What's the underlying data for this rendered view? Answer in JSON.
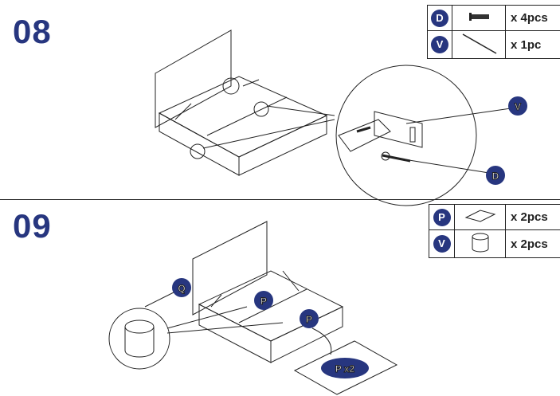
{
  "steps": [
    {
      "number": "08",
      "parts": [
        {
          "label": "D",
          "icon": "screw-icon",
          "qty": "x 4pcs"
        },
        {
          "label": "V",
          "icon": "rod-icon",
          "qty": "x 1pc"
        }
      ],
      "callouts": [
        "V",
        "D"
      ]
    },
    {
      "number": "09",
      "parts": [
        {
          "label": "P",
          "icon": "pad-icon",
          "qty": "x 2pcs"
        },
        {
          "label": "V",
          "icon": "bumper-icon",
          "qty": "x 2pcs"
        }
      ],
      "callouts": [
        "Q",
        "P",
        "P"
      ],
      "sheet_label": "P x2"
    }
  ],
  "colors": {
    "accent": "#27367f",
    "line": "#222222"
  }
}
